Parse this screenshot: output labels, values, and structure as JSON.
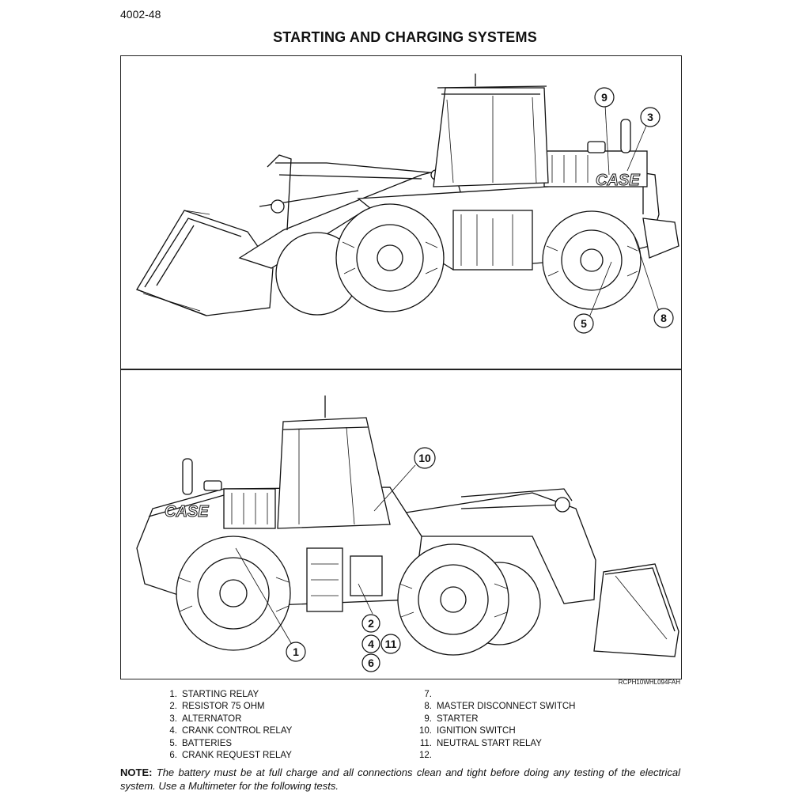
{
  "page": {
    "number": "4002-48",
    "title": "STARTING AND CHARGING SYSTEMS"
  },
  "figure": {
    "code": "RCPH10WHL094FAH",
    "brand": "CASE",
    "top_callouts": [
      "9",
      "3",
      "5",
      "8"
    ],
    "bottom_callouts": [
      "10",
      "2",
      "4",
      "11",
      "6",
      "1"
    ]
  },
  "legend": {
    "left": [
      {
        "num": "1.",
        "label": "STARTING RELAY"
      },
      {
        "num": "2.",
        "label": "RESISTOR 75 OHM"
      },
      {
        "num": "3.",
        "label": "ALTERNATOR"
      },
      {
        "num": "4.",
        "label": "CRANK CONTROL RELAY"
      },
      {
        "num": "5.",
        "label": "BATTERIES"
      },
      {
        "num": "6.",
        "label": "CRANK REQUEST RELAY"
      }
    ],
    "right": [
      {
        "num": "7.",
        "label": ""
      },
      {
        "num": "8.",
        "label": "MASTER DISCONNECT SWITCH"
      },
      {
        "num": "9.",
        "label": "STARTER"
      },
      {
        "num": "10.",
        "label": "IGNITION SWITCH"
      },
      {
        "num": "11.",
        "label": "NEUTRAL START RELAY"
      },
      {
        "num": "12.",
        "label": ""
      }
    ]
  },
  "note": {
    "label": "NOTE:",
    "text": "The battery must be at full charge and all connections clean and tight before doing any testing of the electrical system. Use a Multimeter for the following tests."
  }
}
